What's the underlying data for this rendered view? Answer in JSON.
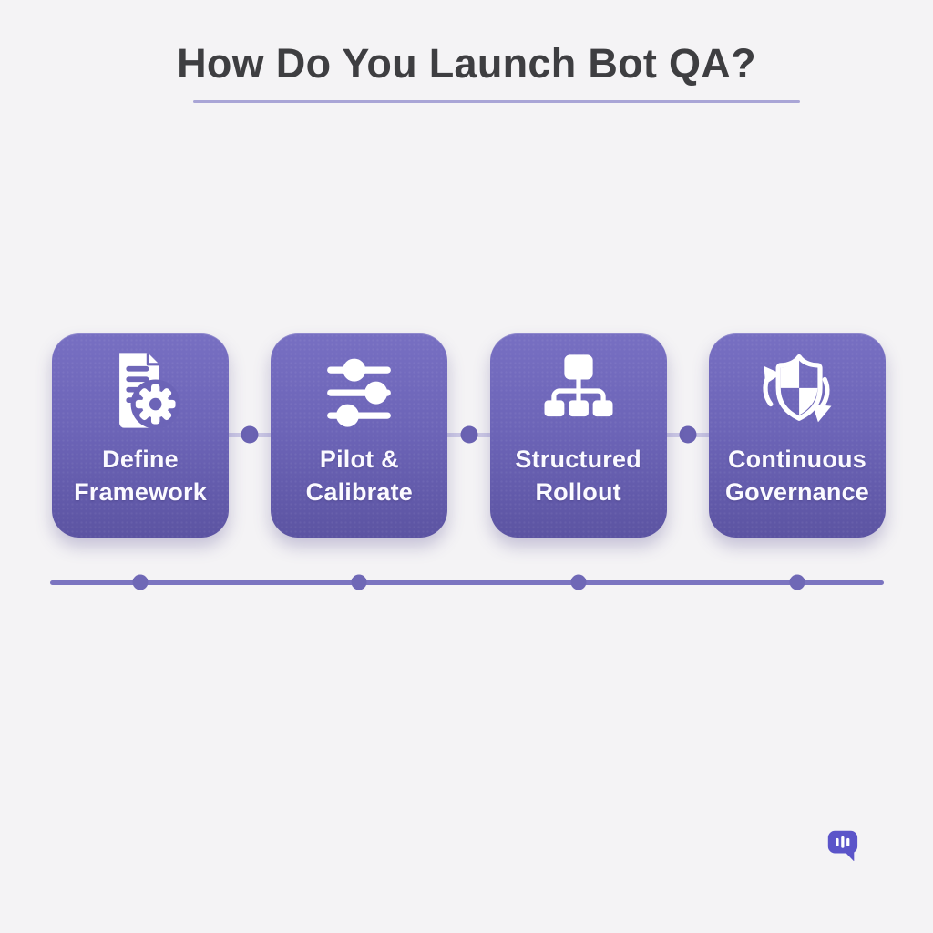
{
  "title": "How Do You Launch Bot QA?",
  "steps": [
    {
      "label": "Define\nFramework",
      "icon": "document-gear-icon"
    },
    {
      "label": "Pilot &\nCalibrate",
      "icon": "sliders-icon"
    },
    {
      "label": "Structured\nRollout",
      "icon": "org-chart-icon"
    },
    {
      "label": "Continuous\nGovernance",
      "icon": "shield-sync-icon"
    }
  ],
  "footer": {
    "logo_icon": "chat-bubble-icon"
  },
  "colors": {
    "background": "#f4f3f5",
    "title_text": "#3e3e41",
    "title_underline": "#a9a5d6",
    "card_gradient_top": "#776fc2",
    "card_gradient_bottom": "#5c54a2",
    "card_text": "#fbfaff",
    "icon_fill": "#ffffff",
    "connector_line": "#cbc8e5",
    "connector_dot": "#6a62b2",
    "timeline_line": "#7b74c0",
    "timeline_dot": "#6f68b6",
    "logo_color": "#5b54c9"
  }
}
